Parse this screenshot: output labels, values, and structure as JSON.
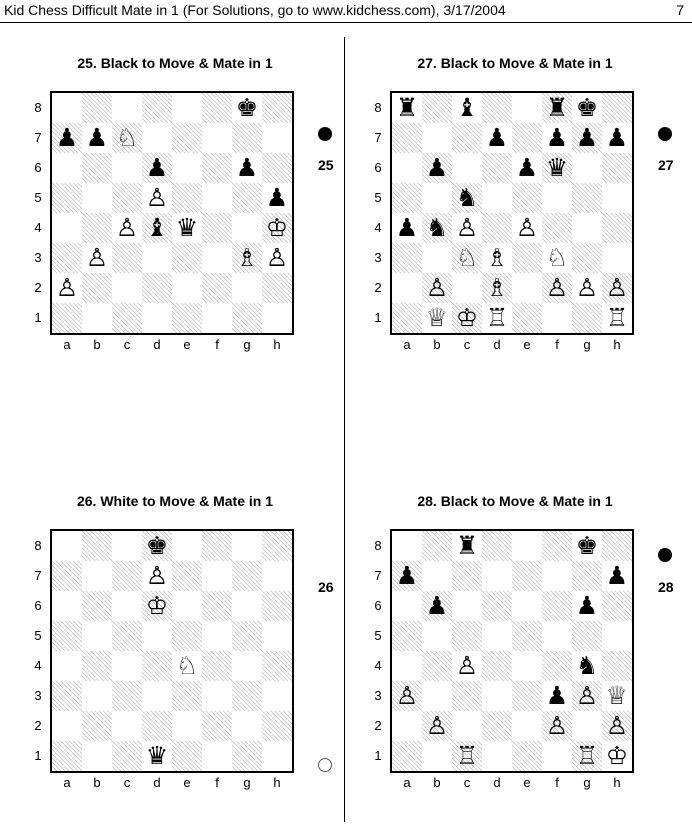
{
  "header": {
    "title": "Kid Chess Difficult Mate in 1 (For Solutions, go to www.kidchess.com), 3/17/2004",
    "page": "7"
  },
  "files": [
    "a",
    "b",
    "c",
    "d",
    "e",
    "f",
    "g",
    "h"
  ],
  "ranks": [
    "8",
    "7",
    "6",
    "5",
    "4",
    "3",
    "2",
    "1"
  ],
  "puzzles": [
    {
      "id": "p25",
      "title": "25. Black to Move & Mate in 1",
      "number": "25",
      "to_move": "black",
      "turn_position": "top",
      "position": [
        "6k1",
        "ppN5",
        "3p2p1",
        "3P3p",
        "2Pbq2K",
        "1P4BP",
        "P7",
        "8"
      ]
    },
    {
      "id": "p27",
      "title": "27. Black to Move & Mate in 1",
      "number": "27",
      "to_move": "black",
      "turn_position": "top",
      "position": [
        "r1b2rk1",
        "3p1ppp",
        "1p2pq2",
        "2n5",
        "pnP1P3",
        "2NB1N2",
        "1P1B1PPP",
        "1QKR3R"
      ]
    },
    {
      "id": "p26",
      "title": "26. White to Move & Mate in 1",
      "number": "26",
      "to_move": "white",
      "turn_position": "bottom",
      "position": [
        "3k4",
        "3P4",
        "3K4",
        "8",
        "4N3",
        "8",
        "8",
        "3q4"
      ]
    },
    {
      "id": "p28",
      "title": "28. Black to Move & Mate in 1",
      "number": "28",
      "to_move": "black",
      "turn_position": "top",
      "position": [
        "2r3k1",
        "p6p",
        "1p4p1",
        "8",
        "2P3n1",
        "P4pPQ",
        "1P3P1P",
        "2R3RK"
      ]
    }
  ]
}
